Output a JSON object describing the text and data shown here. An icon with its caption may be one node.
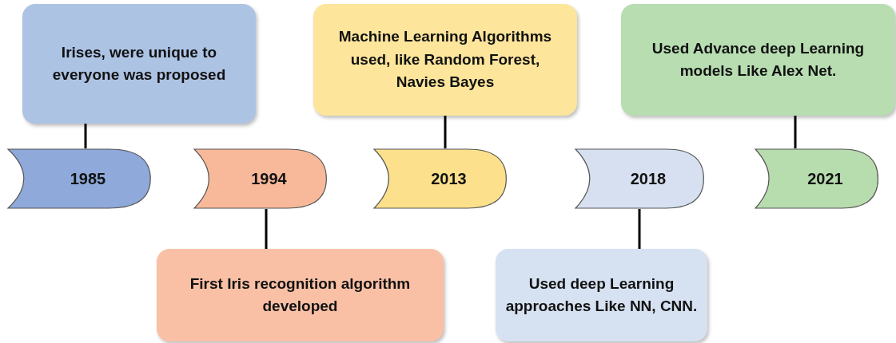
{
  "diagram": {
    "nodes": [
      {
        "text": [
          "Irises, were unique to everyone was proposed"
        ]
      },
      {
        "text": [
          "Machine Learning Algorithms used, like Random Forest, Navies Bayes"
        ]
      },
      {
        "text": [
          "Used Advance deep Learning models Like Alex Net."
        ]
      },
      {
        "text": [
          "1985"
        ]
      },
      {
        "text": [
          "1994"
        ]
      },
      {
        "text": [
          "2013"
        ]
      },
      {
        "text": [
          "2018"
        ]
      },
      {
        "text": [
          "2021"
        ]
      },
      {
        "text": [
          "First Iris recognition  algorithm developed"
        ]
      },
      {
        "text": [
          "Used deep Learning approaches Like NN, CNN."
        ]
      }
    ],
    "edges": [
      {
        "from": 0,
        "to": 3,
        "arrow": "none"
      },
      {
        "from": 1,
        "to": 5,
        "arrow": "none"
      },
      {
        "from": 2,
        "to": 7,
        "arrow": "none"
      },
      {
        "from": 4,
        "to": 8,
        "arrow": "none"
      },
      {
        "from": 6,
        "to": 9,
        "arrow": "none"
      }
    ]
  }
}
